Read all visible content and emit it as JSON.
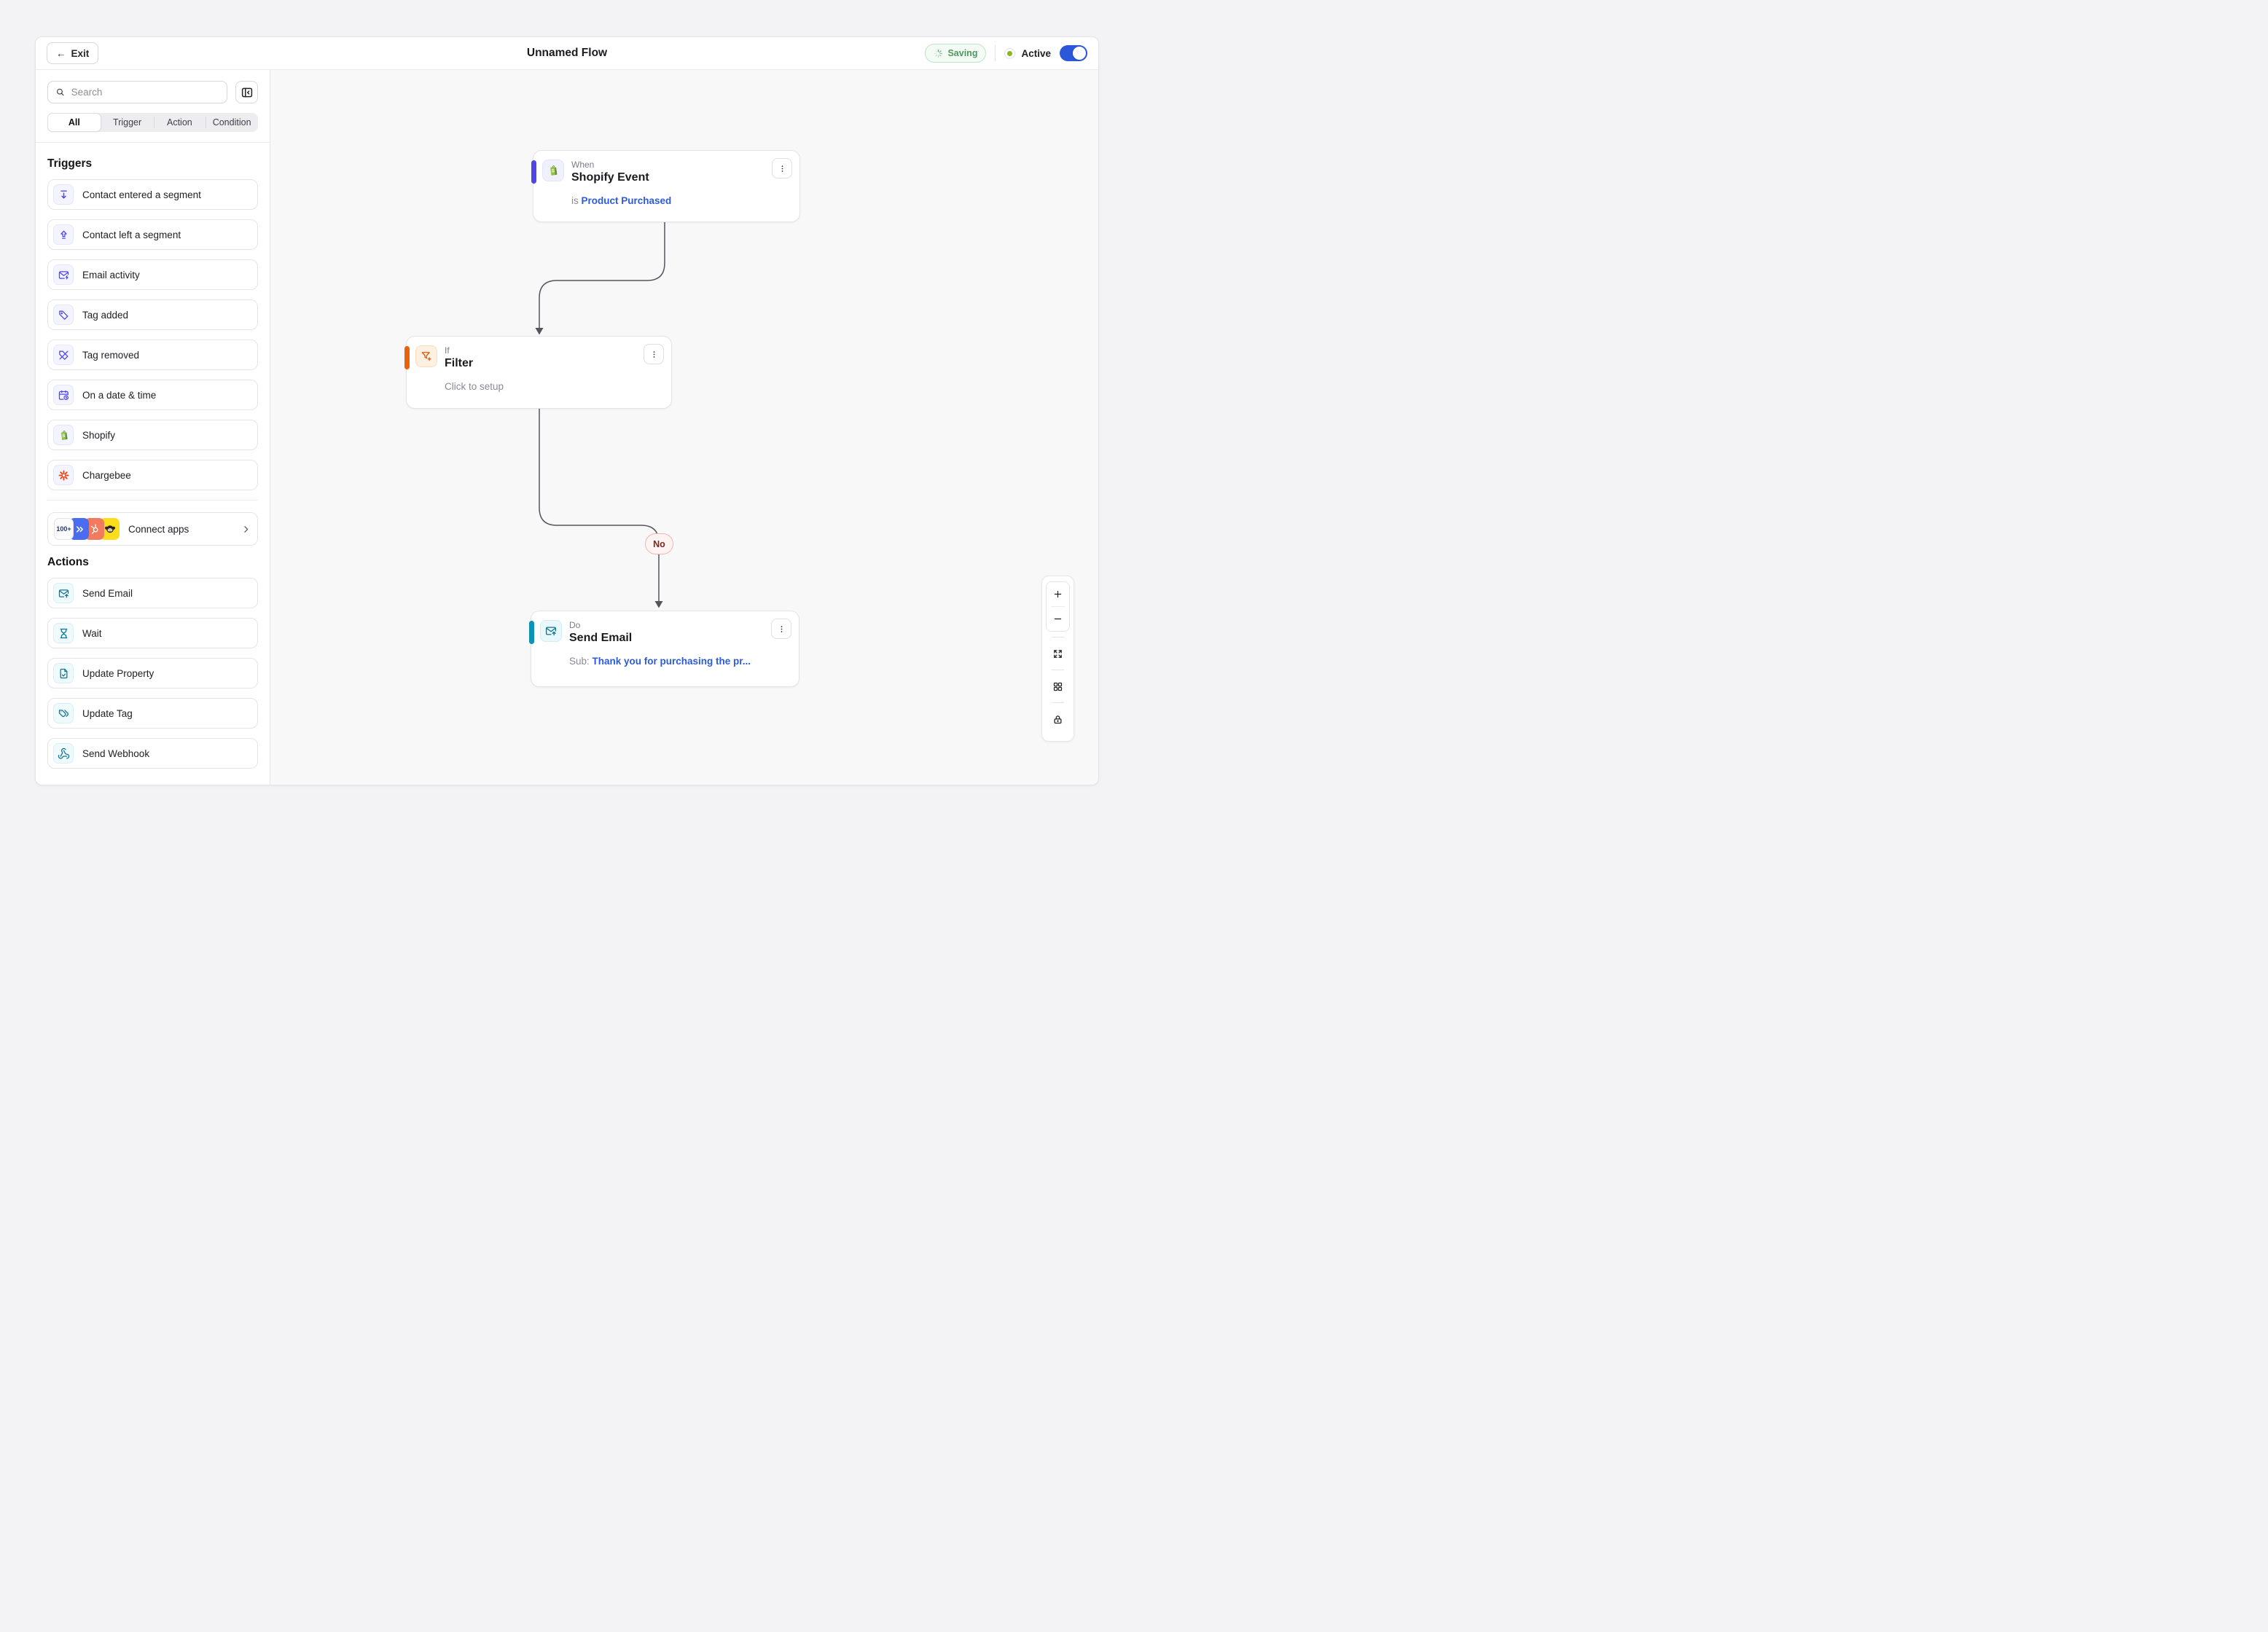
{
  "header": {
    "exit_label": "Exit",
    "title": "Unnamed Flow",
    "saving_label": "Saving",
    "active_label": "Active",
    "toggle_state": "on"
  },
  "sidebar": {
    "search_placeholder": "Search",
    "tabs": [
      {
        "label": "All",
        "active": true
      },
      {
        "label": "Trigger",
        "active": false
      },
      {
        "label": "Action",
        "active": false
      },
      {
        "label": "Condition",
        "active": false
      }
    ],
    "triggers_heading": "Triggers",
    "triggers": [
      {
        "label": "Contact entered a segment",
        "icon": "icon-segment-enter"
      },
      {
        "label": "Contact left a segment",
        "icon": "icon-segment-exit"
      },
      {
        "label": "Email activity",
        "icon": "icon-mail-bolt"
      },
      {
        "label": "Tag added",
        "icon": "icon-tag"
      },
      {
        "label": "Tag removed",
        "icon": "icon-tag-off"
      },
      {
        "label": "On a date & time",
        "icon": "icon-calendar-clock"
      },
      {
        "label": "Shopify",
        "icon": "icon-shopify"
      },
      {
        "label": "Chargebee",
        "icon": "icon-chargebee"
      }
    ],
    "connect_apps": {
      "label": "Connect apps",
      "count_badge": "100+"
    },
    "actions_heading": "Actions",
    "actions": [
      {
        "label": "Send Email",
        "icon": "icon-mail-up"
      },
      {
        "label": "Wait",
        "icon": "icon-hourglass"
      },
      {
        "label": "Update Property",
        "icon": "icon-file-check"
      },
      {
        "label": "Update Tag",
        "icon": "icon-tags"
      },
      {
        "label": "Send Webhook",
        "icon": "icon-webhook"
      }
    ]
  },
  "canvas": {
    "nodes": [
      {
        "kind_label": "When",
        "title": "Shopify Event",
        "sub_prefix": "is ",
        "sub_link": "Product Purchased",
        "accent_color": "#4f46e5",
        "icon": "icon-shopify"
      },
      {
        "kind_label": "If",
        "title": "Filter",
        "sub_muted": "Click to setup",
        "accent_color": "#e8630c",
        "icon": "icon-filter-plus"
      },
      {
        "kind_label": "Do",
        "title": "Send Email",
        "sub_prefix": "Sub: ",
        "sub_link": "Thank you for purchasing the pr...",
        "accent_color": "#0d94b4",
        "icon": "icon-mail-up"
      }
    ],
    "edge_label": "No",
    "zoom_controls": [
      "plus-icon",
      "minus-icon",
      "expand-icon",
      "grid-icon",
      "lock-icon"
    ]
  },
  "colors": {
    "trigger_accent": "#4f46e5",
    "condition_accent": "#e8630c",
    "action_accent": "#0d94b4",
    "saving_green": "#4c9a60",
    "active_dot": "#83b81f",
    "toggle_blue": "#2a58d8",
    "edge_line": "#54545d",
    "no_badge_text": "#7d2620",
    "canvas_bg": "#f8f8f9"
  }
}
